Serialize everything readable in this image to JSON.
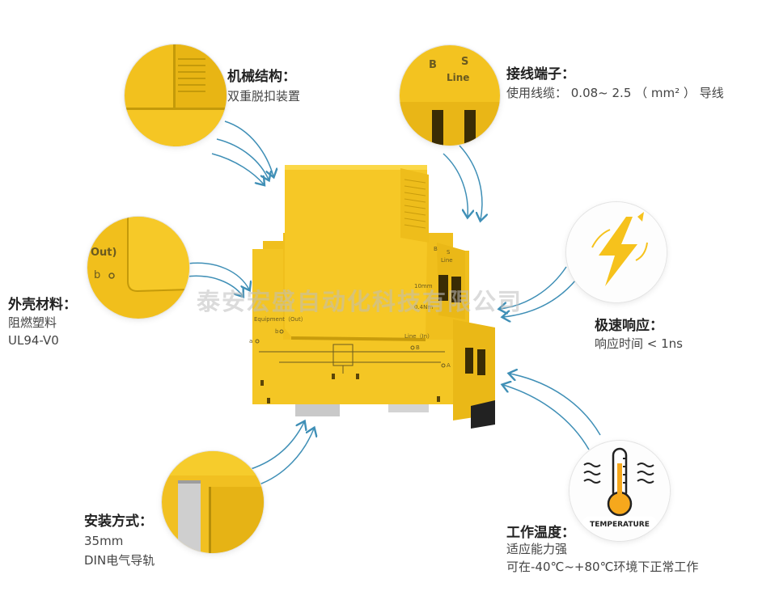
{
  "features": {
    "mechanical": {
      "title": "机械结构：",
      "desc": "双重脱扣装置"
    },
    "terminal": {
      "title": "接线端子：",
      "desc": "使用线缆：  0.08~ 2.5 （ mm² ） 导线"
    },
    "housing": {
      "title": "外壳材料：",
      "desc_line1": "阻燃塑料",
      "desc_line2": "UL94-V0"
    },
    "response": {
      "title": "极速响应：",
      "desc": "响应时间 < 1ns"
    },
    "mounting": {
      "title": "安装方式：",
      "desc_line1": "35mm",
      "desc_line2": "DIN电气导轨"
    },
    "temperature": {
      "title": "工作温度：",
      "desc_line1": "适应能力强",
      "desc_line2": "可在-40℃~+80℃环境下正常工作",
      "badge": "TEMPERATURE"
    }
  },
  "device": {
    "equipment_label": "Equipment（Out）",
    "line_label": "Line（In）",
    "terminal_a": "a",
    "terminal_b_lower": "b",
    "terminal_A": "A",
    "terminal_B": "B",
    "terminal_S": "S",
    "line_top": "Line",
    "spec_mm": "10mm",
    "spec_nm": "0.4Nm"
  },
  "zoom": {
    "terminal_B": "B",
    "terminal_S": "S",
    "terminal_line": "Line",
    "housing_out": "Out)",
    "housing_b": "b"
  },
  "watermark": "泰安宏盛自动化科技有限公司",
  "colors": {
    "device_yellow": "#f5c520",
    "device_shadow": "#d9a90e",
    "accent_blue": "#3f8fb6",
    "lightning_yellow": "#f6c21c"
  }
}
